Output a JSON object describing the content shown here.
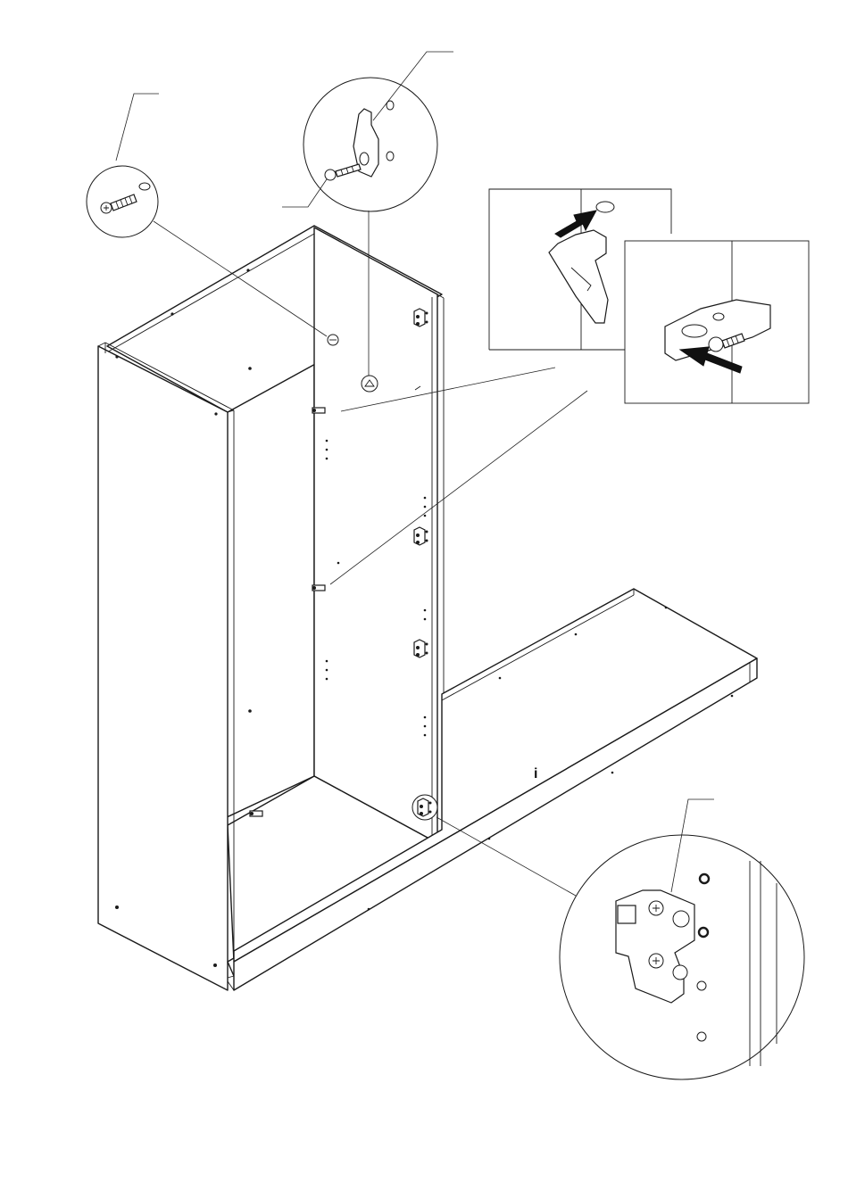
{
  "diagram": {
    "marker_label": "i",
    "palette": {
      "line": "#1a1a1a",
      "background": "#ffffff",
      "arrow": "#111111"
    },
    "callouts": [
      {
        "id": "callout-cam-bolt",
        "depicts": "cam-bolt-dowel"
      },
      {
        "id": "callout-shelf-bracket",
        "depicts": "bracket-screw"
      },
      {
        "id": "callout-hinge-plate",
        "depicts": "hinge-mounting-plate"
      }
    ],
    "inset_panels": [
      {
        "id": "inset-bracket-insert",
        "depicts": "bracket-insert-arrow"
      },
      {
        "id": "inset-bracket-screw",
        "depicts": "bracket-screw-arrow"
      }
    ]
  }
}
